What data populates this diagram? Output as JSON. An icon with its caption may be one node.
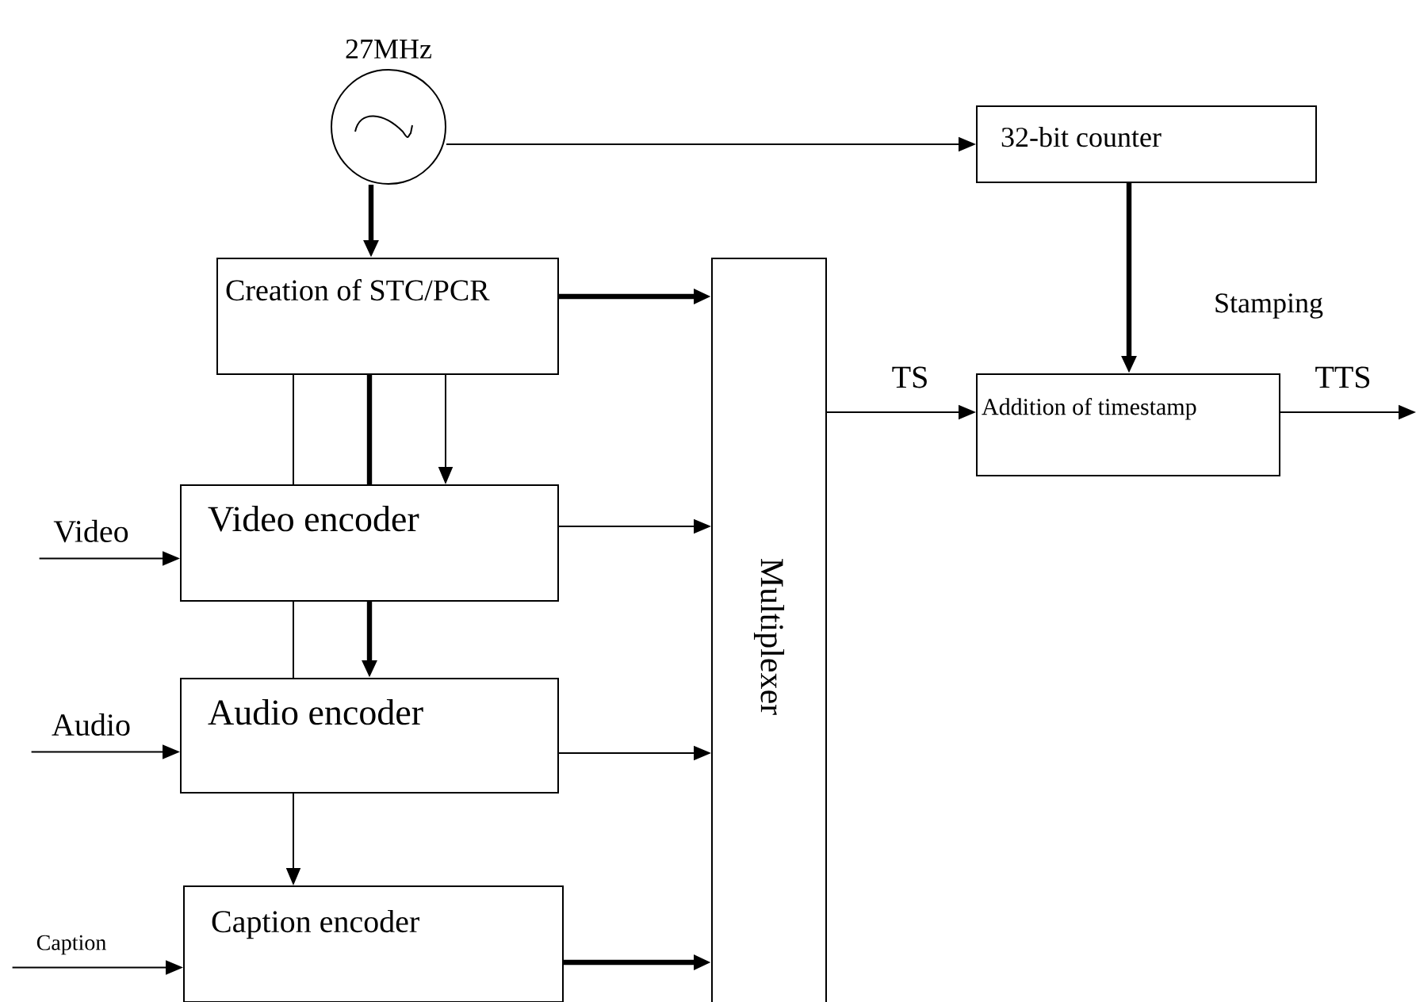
{
  "diagram": {
    "nodes": [
      {
        "text": [],
        "shape": "circle",
        "beside": [
          "27MHz"
        ]
      },
      {
        "text": [
          "Creation of STC/PCR"
        ]
      },
      {
        "text": [
          "Video encoder"
        ]
      },
      {
        "text": [
          "Audio encoder"
        ]
      },
      {
        "text": [
          "Caption encoder"
        ]
      },
      {
        "text": [
          "Multiplexer"
        ]
      },
      {
        "text": [
          "32-bit counter"
        ]
      },
      {
        "text": [
          "Addition of timestamp"
        ]
      },
      {
        "text": [
          "Video"
        ]
      },
      {
        "text": [
          "Audio"
        ]
      },
      {
        "text": [
          "Caption"
        ]
      }
    ],
    "edges": [
      {
        "from": 0,
        "to": 6,
        "arrow": "to"
      },
      {
        "from": 0,
        "to": 1,
        "arrow": "to",
        "style": "thick"
      },
      {
        "from": 1,
        "to": 5,
        "arrow": "to",
        "style": "thick"
      },
      {
        "from": 1,
        "to": 2,
        "arrow": "none"
      },
      {
        "from": 1,
        "to": 2,
        "arrow": "none",
        "style": "thick"
      },
      {
        "from": 1,
        "to": 2,
        "arrow": "to"
      },
      {
        "from": 2,
        "to": 5,
        "arrow": "to"
      },
      {
        "from": 2,
        "to": 3,
        "arrow": "none"
      },
      {
        "from": 2,
        "to": 3,
        "arrow": "to",
        "style": "thick"
      },
      {
        "from": 3,
        "to": 5,
        "arrow": "to"
      },
      {
        "from": 3,
        "to": 4,
        "arrow": "to"
      },
      {
        "from": 4,
        "to": 5,
        "arrow": "to",
        "style": "thick"
      },
      {
        "from": 8,
        "to": 2,
        "arrow": "to"
      },
      {
        "from": 9,
        "to": 3,
        "arrow": "to"
      },
      {
        "from": 10,
        "to": 4,
        "arrow": "to"
      },
      {
        "from": 5,
        "to": 7,
        "arrow": "to",
        "label": "TS"
      },
      {
        "from": 6,
        "to": 7,
        "arrow": "to",
        "style": "thick",
        "label": "Stamping"
      },
      {
        "from": 7,
        "to": null,
        "arrow": "to",
        "label": "TTS"
      }
    ]
  }
}
